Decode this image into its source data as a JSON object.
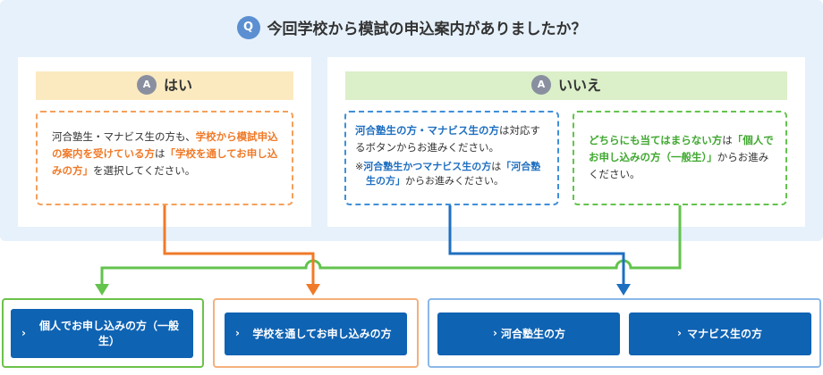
{
  "question": {
    "badge": "Q",
    "text": "今回学校から模試の申込案内がありましたか？"
  },
  "answer_yes": {
    "badge": "A",
    "label": "はい",
    "box": {
      "part1": "河合塾生・マナビス生の方も、",
      "part2": "学校から模試申込の案内を受けている方",
      "part3": "は",
      "part4": "「学校を通してお申し込みの方」",
      "part5": "を選択してください。"
    }
  },
  "answer_no": {
    "badge": "A",
    "label": "いいえ",
    "box_member": {
      "part1": "河合塾生の方・マナビス生の方",
      "part2": "は対応するボタンからお進みください。",
      "note_mark": "※",
      "note_part1": "河合塾生かつマナビス生の方",
      "note_part2": "は",
      "note_part3": "「河合塾生の方」",
      "note_part4": "からお進みください。"
    },
    "box_other": {
      "part1": "どちらにも当てはまらない方",
      "part2": "は",
      "part3": "「個人でお申し込みの方（一般生）」",
      "part4": "からお進みください。"
    }
  },
  "buttons": {
    "personal": "個人でお申し込みの方（一般生）",
    "school": "学校を通してお申し込みの方",
    "kawai": "河合塾生の方",
    "manavis": "マナビス生の方",
    "chevron": "›"
  },
  "colors": {
    "orange": "#f07a28",
    "blue": "#1f6fc0",
    "green": "#63c34d",
    "button": "#0f63b3"
  }
}
